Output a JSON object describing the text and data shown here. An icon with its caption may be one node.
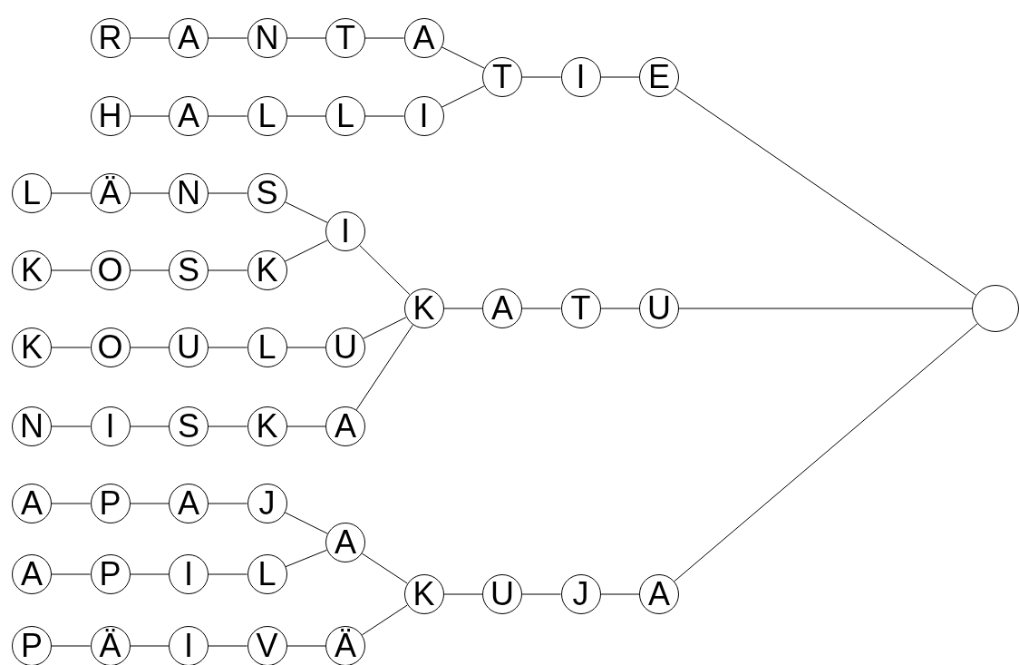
{
  "diagram": {
    "nodes": [
      {
        "text": [
          "R"
        ]
      },
      {
        "text": [
          "A"
        ]
      },
      {
        "text": [
          "N"
        ]
      },
      {
        "text": [
          "T"
        ]
      },
      {
        "text": [
          "A"
        ]
      },
      {
        "text": [
          "T"
        ]
      },
      {
        "text": [
          "I"
        ]
      },
      {
        "text": [
          "E"
        ]
      },
      {
        "text": [
          "H"
        ]
      },
      {
        "text": [
          "A"
        ]
      },
      {
        "text": [
          "L"
        ]
      },
      {
        "text": [
          "L"
        ]
      },
      {
        "text": [
          "I"
        ]
      },
      {
        "text": [
          "L"
        ]
      },
      {
        "text": [
          "Ä"
        ]
      },
      {
        "text": [
          "N"
        ]
      },
      {
        "text": [
          "S"
        ]
      },
      {
        "text": [
          "I"
        ]
      },
      {
        "text": [
          "K"
        ]
      },
      {
        "text": [
          "O"
        ]
      },
      {
        "text": [
          "S"
        ]
      },
      {
        "text": [
          "K"
        ]
      },
      {
        "text": [
          "K"
        ]
      },
      {
        "text": [
          "A"
        ]
      },
      {
        "text": [
          "T"
        ]
      },
      {
        "text": [
          "U"
        ]
      },
      {
        "text": [],
        "shape": "circle"
      },
      {
        "text": [
          "K"
        ]
      },
      {
        "text": [
          "O"
        ]
      },
      {
        "text": [
          "U"
        ]
      },
      {
        "text": [
          "L"
        ]
      },
      {
        "text": [
          "U"
        ]
      },
      {
        "text": [
          "N"
        ]
      },
      {
        "text": [
          "I"
        ]
      },
      {
        "text": [
          "S"
        ]
      },
      {
        "text": [
          "K"
        ]
      },
      {
        "text": [
          "A"
        ]
      },
      {
        "text": [
          "A"
        ]
      },
      {
        "text": [
          "P"
        ]
      },
      {
        "text": [
          "A"
        ]
      },
      {
        "text": [
          "J"
        ]
      },
      {
        "text": [
          "A"
        ]
      },
      {
        "text": [
          "A"
        ]
      },
      {
        "text": [
          "P"
        ]
      },
      {
        "text": [
          "I"
        ]
      },
      {
        "text": [
          "L"
        ]
      },
      {
        "text": [
          "K"
        ]
      },
      {
        "text": [
          "U"
        ]
      },
      {
        "text": [
          "J"
        ]
      },
      {
        "text": [
          "A"
        ]
      },
      {
        "text": [
          "P"
        ]
      },
      {
        "text": [
          "Ä"
        ]
      },
      {
        "text": [
          "I"
        ]
      },
      {
        "text": [
          "V"
        ]
      },
      {
        "text": [
          "Ä"
        ]
      }
    ],
    "edges": [
      {
        "from": 0,
        "to": 1,
        "arrow": "none"
      },
      {
        "from": 1,
        "to": 2,
        "arrow": "none"
      },
      {
        "from": 2,
        "to": 3,
        "arrow": "none"
      },
      {
        "from": 3,
        "to": 4,
        "arrow": "none"
      },
      {
        "from": 4,
        "to": 5,
        "arrow": "none"
      },
      {
        "from": 5,
        "to": 6,
        "arrow": "none"
      },
      {
        "from": 6,
        "to": 7,
        "arrow": "none"
      },
      {
        "from": 8,
        "to": 9,
        "arrow": "none"
      },
      {
        "from": 9,
        "to": 10,
        "arrow": "none"
      },
      {
        "from": 10,
        "to": 11,
        "arrow": "none"
      },
      {
        "from": 11,
        "to": 12,
        "arrow": "none"
      },
      {
        "from": 12,
        "to": 5,
        "arrow": "none"
      },
      {
        "from": 7,
        "to": 26,
        "arrow": "none"
      },
      {
        "from": 13,
        "to": 14,
        "arrow": "none"
      },
      {
        "from": 14,
        "to": 15,
        "arrow": "none"
      },
      {
        "from": 15,
        "to": 16,
        "arrow": "none"
      },
      {
        "from": 16,
        "to": 17,
        "arrow": "none"
      },
      {
        "from": 18,
        "to": 19,
        "arrow": "none"
      },
      {
        "from": 19,
        "to": 20,
        "arrow": "none"
      },
      {
        "from": 20,
        "to": 21,
        "arrow": "none"
      },
      {
        "from": 21,
        "to": 17,
        "arrow": "none"
      },
      {
        "from": 17,
        "to": 22,
        "arrow": "none"
      },
      {
        "from": 22,
        "to": 23,
        "arrow": "none"
      },
      {
        "from": 23,
        "to": 24,
        "arrow": "none"
      },
      {
        "from": 24,
        "to": 25,
        "arrow": "none"
      },
      {
        "from": 25,
        "to": 26,
        "arrow": "none"
      },
      {
        "from": 27,
        "to": 28,
        "arrow": "none"
      },
      {
        "from": 28,
        "to": 29,
        "arrow": "none"
      },
      {
        "from": 29,
        "to": 30,
        "arrow": "none"
      },
      {
        "from": 30,
        "to": 31,
        "arrow": "none"
      },
      {
        "from": 31,
        "to": 22,
        "arrow": "none"
      },
      {
        "from": 32,
        "to": 33,
        "arrow": "none"
      },
      {
        "from": 33,
        "to": 34,
        "arrow": "none"
      },
      {
        "from": 34,
        "to": 35,
        "arrow": "none"
      },
      {
        "from": 35,
        "to": 36,
        "arrow": "none"
      },
      {
        "from": 36,
        "to": 22,
        "arrow": "none"
      },
      {
        "from": 37,
        "to": 38,
        "arrow": "none"
      },
      {
        "from": 38,
        "to": 39,
        "arrow": "none"
      },
      {
        "from": 39,
        "to": 40,
        "arrow": "none"
      },
      {
        "from": 40,
        "to": 41,
        "arrow": "none"
      },
      {
        "from": 42,
        "to": 43,
        "arrow": "none"
      },
      {
        "from": 43,
        "to": 44,
        "arrow": "none"
      },
      {
        "from": 44,
        "to": 45,
        "arrow": "none"
      },
      {
        "from": 45,
        "to": 41,
        "arrow": "none"
      },
      {
        "from": 41,
        "to": 46,
        "arrow": "none"
      },
      {
        "from": 46,
        "to": 47,
        "arrow": "none"
      },
      {
        "from": 47,
        "to": 48,
        "arrow": "none"
      },
      {
        "from": 48,
        "to": 49,
        "arrow": "none"
      },
      {
        "from": 49,
        "to": 26,
        "arrow": "none"
      },
      {
        "from": 50,
        "to": 51,
        "arrow": "none"
      },
      {
        "from": 51,
        "to": 52,
        "arrow": "none"
      },
      {
        "from": 52,
        "to": 53,
        "arrow": "none"
      },
      {
        "from": 53,
        "to": 54,
        "arrow": "none"
      },
      {
        "from": 54,
        "to": 46,
        "arrow": "none"
      }
    ]
  }
}
